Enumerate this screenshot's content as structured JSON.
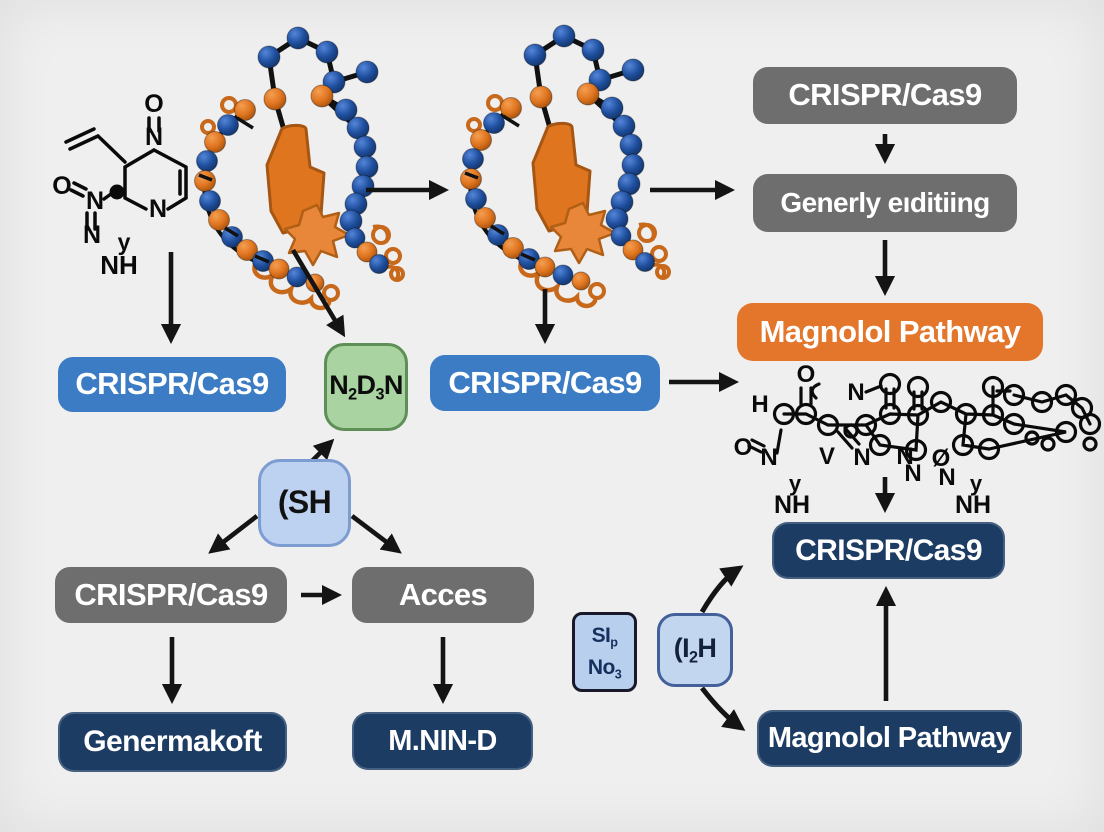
{
  "figure": {
    "background": "#efeff0",
    "colors": {
      "gray_box": "#6e6e6e",
      "blue_box": "#3b7cc4",
      "navy_box": "#1d3c64",
      "orange_box": "#e4762b",
      "green_box_fill": "#a9d3a0",
      "green_box_border": "#5d8f57",
      "lightblue_fill": "#bdd2f0",
      "lightblue_border": "#7d9cd1",
      "arrow": "#141414",
      "protein_orange": "#e0751f",
      "protein_blue": "#1f4f9e"
    }
  },
  "boxes": {
    "crispr_top": "CRISPR/Cas9",
    "gene_editing": "Generly eıditiing",
    "magnolol_orange": "Magnolol Pathway",
    "crispr_blue_left": "CRISPR/Cas9",
    "crispr_blue_mid": "CRISPR/Cas9",
    "crispr_gray_lower": "CRISPR/Cas9",
    "acces": "Acces",
    "genermakoft": "Genermakoft",
    "mnind": "M.NIN-D",
    "crispr_navy": "CRISPR/Cas9",
    "magnolol_navy": "Magnolol Pathway",
    "sh": "(SH",
    "n2d3n": {
      "n1": "N",
      "sub1": "2",
      "n2": "D",
      "sub2": "3",
      "n3": "N"
    },
    "i2h": {
      "main": "(I",
      "sub": "2",
      "tail": "H"
    },
    "slp_no3": {
      "l1": "SI",
      "l1sub": "p",
      "l2": "No",
      "l2sub": "3"
    }
  },
  "molecule_left": {
    "o_top": "O",
    "n_top": "N",
    "n_ring": "N",
    "o_side": "O",
    "n_side1": "N",
    "n_side2": "N",
    "u": "y",
    "nh": "NH"
  },
  "molecule_right": {
    "h": "H",
    "o_top": "O",
    "n_chain": "N",
    "o_left": "O",
    "n_left": "N",
    "v": "V",
    "n1": "N",
    "n2": "N",
    "n3": "N",
    "o_slash": "Ø",
    "n4": "N",
    "y1": "y",
    "nh1": "NH",
    "y2": "y",
    "nh2": "NH"
  }
}
